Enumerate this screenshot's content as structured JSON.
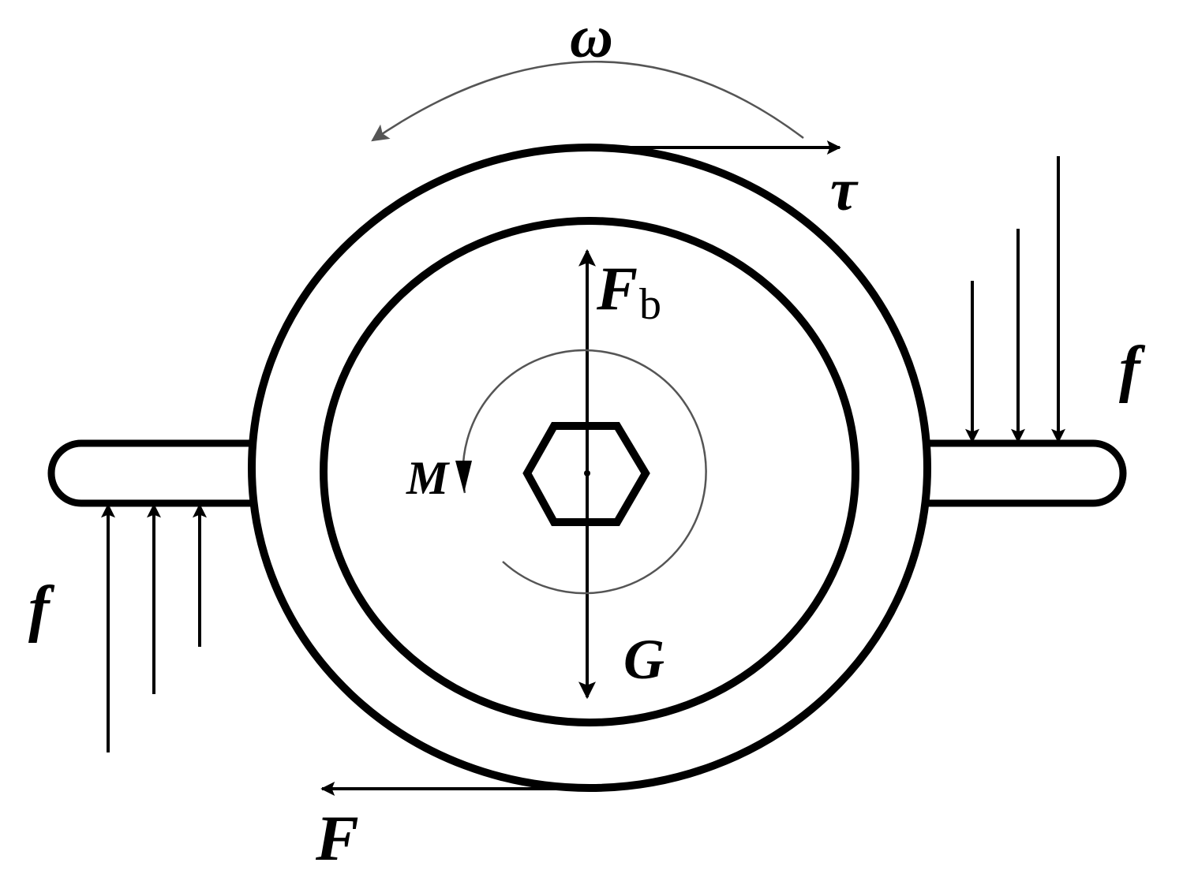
{
  "labels": {
    "omega": "ω",
    "tau": "τ",
    "buoyancy_main": "F",
    "buoyancy_sub": "b",
    "gravity": "G",
    "moment": "M",
    "friction_right": "f",
    "friction_left": "f",
    "force": "F"
  },
  "colors": {
    "ink": "#000000",
    "thin_line": "#555555",
    "background": "#ffffff"
  }
}
